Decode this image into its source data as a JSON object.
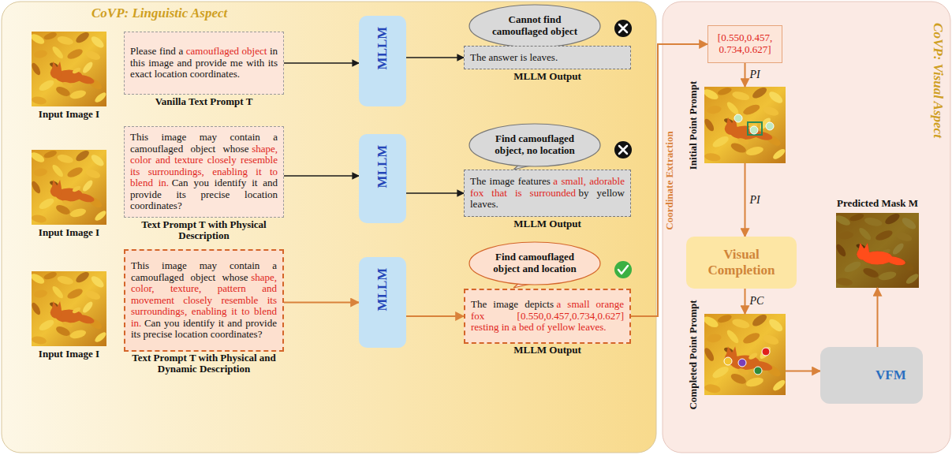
{
  "diagram": {
    "nodes": [
      {
        "text": [
          "CoVP: Linguistic Aspect"
        ]
      },
      {
        "text": [
          "Input Image I"
        ],
        "in": 0
      },
      {
        "text": [
          "Please find a",
          "camouflaged object",
          "in this image and provide me with its exact location coordinates.",
          "Vanilla Text Prompt T"
        ],
        "in": 0
      },
      {
        "text": [
          "MLLM"
        ],
        "in": 0
      },
      {
        "text": [
          "Cannot find camouflaged object"
        ],
        "in": 0
      },
      {
        "text": [
          "The answer is leaves.",
          "MLLM Output"
        ],
        "in": 0
      },
      {
        "text": [
          "Input Image I"
        ],
        "in": 0
      },
      {
        "text": [
          "This image may contain a camouflaged object whose",
          "shape, color and texture closely resemble its surroundings, enabling it to blend in.",
          "Can you identify it and provide its precise location coordinates?",
          "Text Prompt T with Physical Description"
        ],
        "in": 0
      },
      {
        "text": [
          "MLLM"
        ],
        "in": 0
      },
      {
        "text": [
          "Find camouflaged object, no location"
        ],
        "in": 0
      },
      {
        "text": [
          "The image features",
          "a small, adorable fox that is surrounded",
          "by yellow leaves.",
          "MLLM Output"
        ],
        "in": 0
      },
      {
        "text": [
          "Input Image I"
        ],
        "in": 0
      },
      {
        "text": [
          "This image may contain a camouflaged object whose",
          "shape, color, texture, pattern and movement closely resemble its surroundings, enabling it to blend in.",
          "Can you identify it and provide its precise location coordinates?",
          "Text Prompt T with Physical and Dynamic Description"
        ],
        "in": 0
      },
      {
        "text": [
          "MLLM"
        ],
        "in": 0
      },
      {
        "text": [
          "Find camouflaged object and location"
        ],
        "in": 0
      },
      {
        "text": [
          "The image depicts",
          "a small orange fox [0.550,0.457,0.734,0.627] resting in a bed of yellow leaves.",
          "MLLM Output"
        ],
        "in": 0
      },
      {
        "text": [
          "CoVP: Visual Aspect"
        ]
      },
      {
        "text": [
          "[0.550,0.457, 0.734,0.627]"
        ],
        "in": 16
      },
      {
        "text": [
          "Initial Point Prompt"
        ],
        "in": 16
      },
      {
        "text": [
          "Visual Completion"
        ],
        "in": 16
      },
      {
        "text": [
          "Completed Point Prompt"
        ],
        "in": 16
      },
      {
        "text": [
          "VFM"
        ],
        "in": 16
      },
      {
        "text": [
          "Predicted Mask M"
        ],
        "in": 16
      }
    ],
    "edges": [
      {
        "from": 2,
        "to": 3,
        "arrow": "to"
      },
      {
        "from": 3,
        "to": 5,
        "arrow": "to"
      },
      {
        "from": 7,
        "to": 8,
        "arrow": "to"
      },
      {
        "from": 8,
        "to": 10,
        "arrow": "to"
      },
      {
        "from": 12,
        "to": 13,
        "arrow": "to"
      },
      {
        "from": 13,
        "to": 15,
        "arrow": "to"
      },
      {
        "from": 15,
        "to": 17,
        "label": "Coordinate Extraction",
        "arrow": "to"
      },
      {
        "from": 17,
        "to": 18,
        "label": "PI",
        "arrow": "to"
      },
      {
        "from": 18,
        "to": 19,
        "label": "PI",
        "arrow": "to"
      },
      {
        "from": 19,
        "to": 20,
        "label": "PC",
        "arrow": "to"
      },
      {
        "from": 20,
        "to": 21,
        "arrow": "to"
      },
      {
        "from": 21,
        "to": 22,
        "arrow": "to"
      }
    ]
  }
}
